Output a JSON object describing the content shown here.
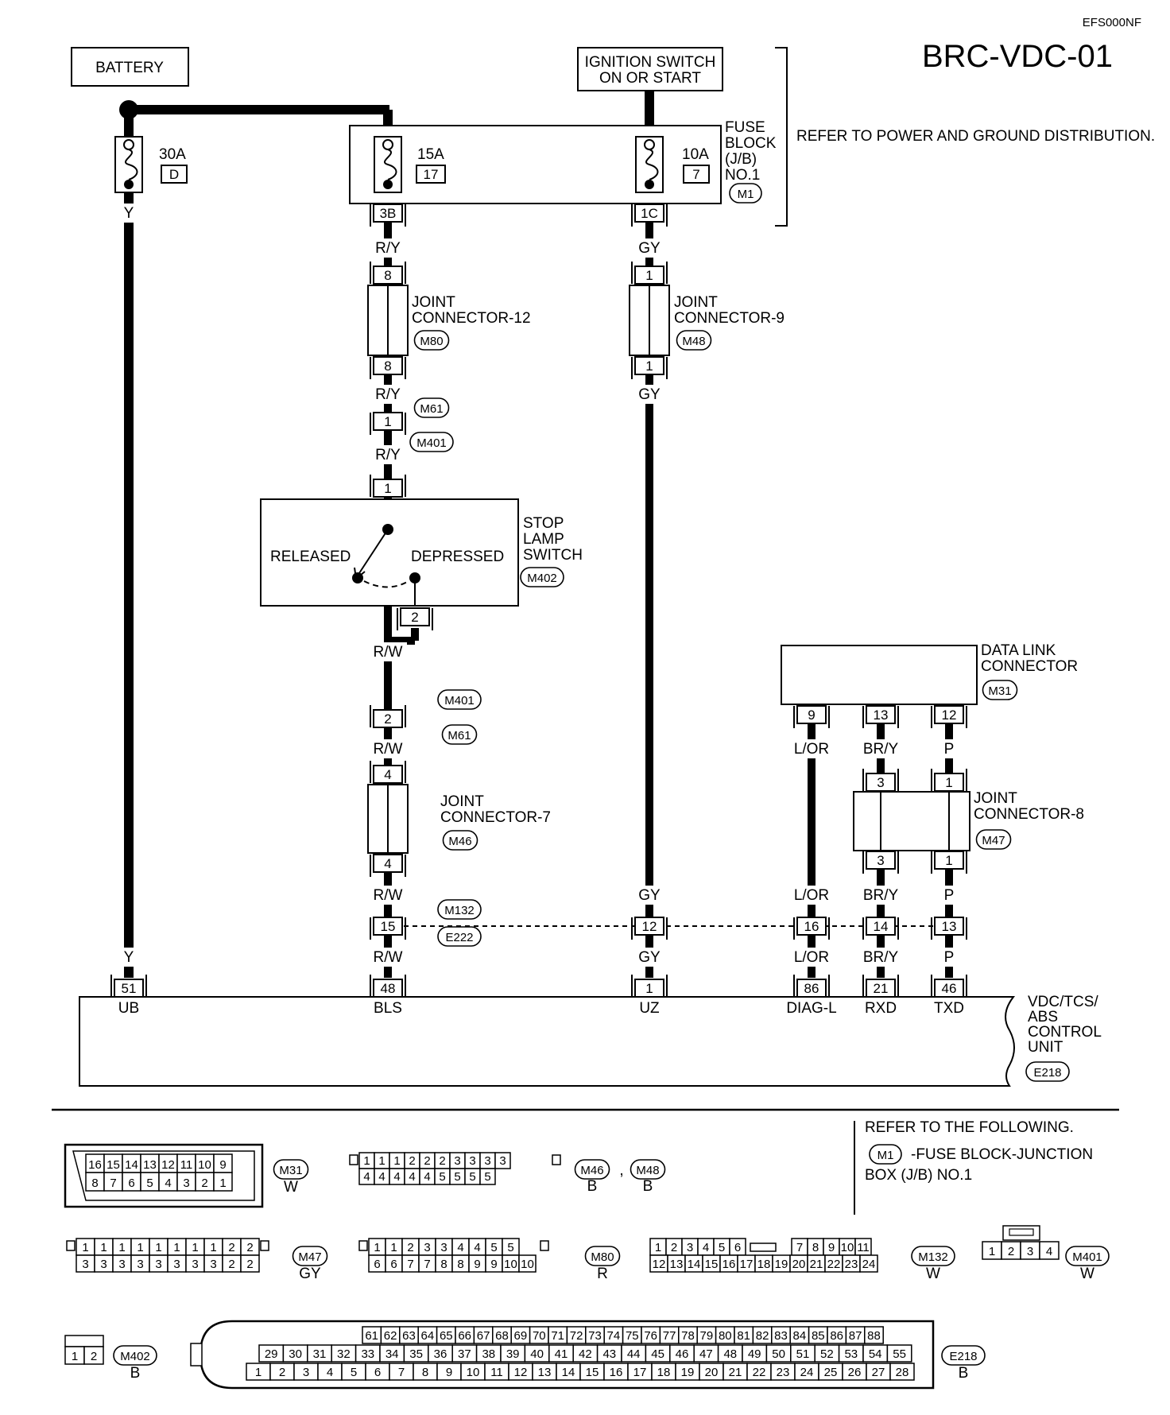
{
  "page_code": "EFS000NF",
  "diagram_title": "BRC-VDC-01",
  "power_sources": {
    "battery": "BATTERY",
    "ignition_line1": "IGNITION SWITCH",
    "ignition_line2": "ON OR START"
  },
  "fuses": [
    {
      "amp": "30A",
      "id": "D"
    },
    {
      "amp": "15A",
      "id": "17"
    },
    {
      "amp": "10A",
      "id": "7"
    }
  ],
  "fuse_block": {
    "lines": [
      "FUSE",
      "BLOCK",
      "(J/B)",
      "NO.1"
    ],
    "connector": "M1",
    "refer": "REFER TO POWER AND GROUND DISTRIBUTION.",
    "term_left": "3B",
    "term_right": "1C"
  },
  "wire_colors": {
    "y": "Y",
    "ry": "R/Y",
    "gy": "GY",
    "rw": "R/W",
    "lor": "L/OR",
    "bry": "BR/Y",
    "p": "P"
  },
  "joint_connectors": {
    "jc12": {
      "lines": [
        "JOINT",
        "CONNECTOR-12"
      ],
      "connector": "M80",
      "pin": "8"
    },
    "jc9": {
      "lines": [
        "JOINT",
        "CONNECTOR-9"
      ],
      "connector": "M48",
      "pin": "1"
    },
    "jc7": {
      "lines": [
        "JOINT",
        "CONNECTOR-7"
      ],
      "connector": "M46",
      "pin": "4"
    },
    "jc8": {
      "lines": [
        "JOINT",
        "CONNECTOR-8"
      ],
      "connector": "M47",
      "pin_a": "3",
      "pin_b": "1"
    }
  },
  "inline_connectors": {
    "m61": "M61",
    "m401": "M401",
    "m132": "M132",
    "e222": "E222",
    "pin_1": "1",
    "pin_2": "2",
    "pins_row": [
      "15",
      "12",
      "16",
      "14",
      "13"
    ]
  },
  "stop_lamp_switch": {
    "lines": [
      "STOP",
      "LAMP",
      "SWITCH"
    ],
    "connector": "M402",
    "released": "RELEASED",
    "depressed": "DEPRESSED",
    "pin_in": "1",
    "pin_out": "2"
  },
  "data_link_connector": {
    "lines": [
      "DATA LINK",
      "CONNECTOR"
    ],
    "connector": "M31",
    "pins": [
      "9",
      "13",
      "12"
    ]
  },
  "control_unit": {
    "lines": [
      "VDC/TCS/",
      "ABS",
      "CONTROL",
      "UNIT"
    ],
    "connector": "E218",
    "terminals": [
      {
        "pin": "51",
        "name": "UB"
      },
      {
        "pin": "48",
        "name": "BLS"
      },
      {
        "pin": "1",
        "name": "UZ"
      },
      {
        "pin": "86",
        "name": "DIAG-L"
      },
      {
        "pin": "21",
        "name": "RXD"
      },
      {
        "pin": "46",
        "name": "TXD"
      }
    ]
  },
  "reference_note": {
    "line1": "REFER TO THE FOLLOWING.",
    "connector": "M1",
    "line2": "-FUSE BLOCK-JUNCTION",
    "line3": "BOX (J/B) NO.1"
  },
  "connector_faces": [
    {
      "id": "M31",
      "color": "W",
      "rows": [
        [
          "16",
          "15",
          "14",
          "13",
          "12",
          "11",
          "10",
          "9"
        ],
        [
          "8",
          "7",
          "6",
          "5",
          "4",
          "3",
          "2",
          "1"
        ]
      ]
    },
    {
      "id": "M46",
      "id2": "M48",
      "color": "B",
      "color2": "B",
      "rows": [
        [
          "1",
          "1",
          "1",
          "2",
          "2",
          "2",
          "3",
          "3",
          "3",
          "3"
        ],
        [
          "4",
          "4",
          "4",
          "4",
          "4",
          "5",
          "5",
          "5",
          "5"
        ]
      ]
    },
    {
      "id": "M47",
      "color": "GY",
      "rows": [
        [
          "1",
          "1",
          "1",
          "1",
          "1",
          "1",
          "1",
          "1",
          "2",
          "2"
        ],
        [
          "3",
          "3",
          "3",
          "3",
          "3",
          "3",
          "3",
          "3",
          "2",
          "2"
        ]
      ]
    },
    {
      "id": "M80",
      "color": "R",
      "rows": [
        [
          "1",
          "1",
          "2",
          "3",
          "3",
          "4",
          "4",
          "5",
          "5"
        ],
        [
          "6",
          "6",
          "7",
          "7",
          "8",
          "8",
          "9",
          "9",
          "10",
          "10"
        ]
      ]
    },
    {
      "id": "M132",
      "color": "W",
      "rows": [
        [
          "1",
          "2",
          "3",
          "4",
          "5",
          "6",
          "7",
          "8",
          "9",
          "10",
          "11"
        ],
        [
          "12",
          "13",
          "14",
          "15",
          "16",
          "17",
          "18",
          "19",
          "20",
          "21",
          "22",
          "23",
          "24"
        ]
      ]
    },
    {
      "id": "M401",
      "color": "W",
      "rows": [
        [
          "1",
          "2",
          "3",
          "4"
        ]
      ]
    },
    {
      "id": "M402",
      "color": "B",
      "rows": [
        [
          "1",
          "2"
        ]
      ]
    },
    {
      "id": "E218",
      "color": "B",
      "rows": [
        [
          "61",
          "62",
          "63",
          "64",
          "65",
          "66",
          "67",
          "68",
          "69",
          "70",
          "71",
          "72",
          "73",
          "74",
          "75",
          "76",
          "77",
          "78",
          "79",
          "80",
          "81",
          "82",
          "83",
          "84",
          "85",
          "86",
          "87",
          "88"
        ],
        [
          "29",
          "30",
          "31",
          "32",
          "33",
          "34",
          "35",
          "36",
          "37",
          "38",
          "39",
          "40",
          "41",
          "42",
          "43",
          "44",
          "45",
          "46",
          "47",
          "48",
          "49",
          "50",
          "51",
          "52",
          "53",
          "54",
          "55"
        ],
        [
          "1",
          "2",
          "3",
          "4",
          "5",
          "6",
          "7",
          "8",
          "9",
          "10",
          "11",
          "12",
          "13",
          "14",
          "15",
          "16",
          "17",
          "18",
          "19",
          "20",
          "21",
          "22",
          "23",
          "24",
          "25",
          "26",
          "27",
          "28"
        ]
      ]
    }
  ]
}
